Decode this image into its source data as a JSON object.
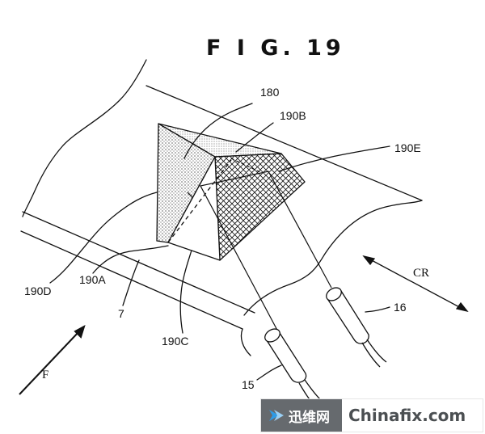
{
  "figure": {
    "title": "F I G.  19"
  },
  "labels": {
    "l180": "180",
    "l190B": "190B",
    "l190E": "190E",
    "lCR": "CR",
    "l190D": "190D",
    "l190A": "190A",
    "l7": "7",
    "l190C": "190C",
    "l16": "16",
    "l15": "15",
    "lF": "F"
  },
  "watermark": {
    "left": "迅维网",
    "right": "Chinafix.com",
    "icon": "arrow-logo-icon"
  },
  "colors": {
    "ink": "#111111",
    "watermark_bg": "#666a6e",
    "watermark_text": "#4b4f52"
  }
}
